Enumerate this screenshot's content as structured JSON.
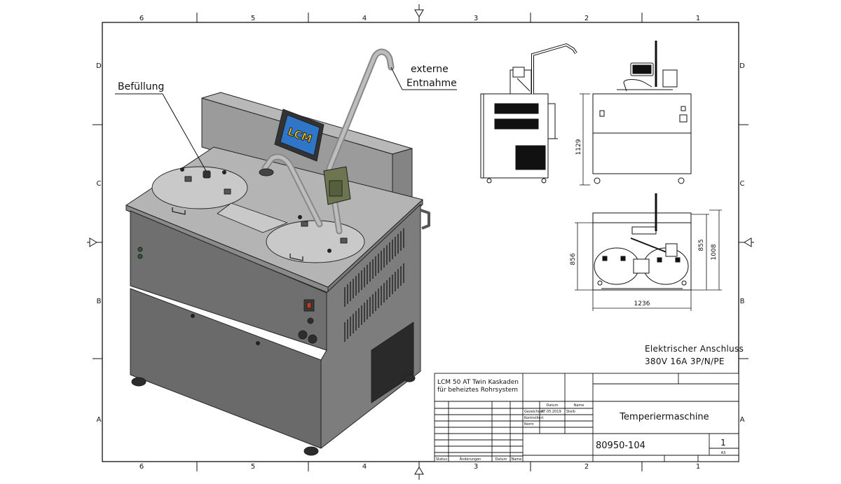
{
  "grid": {
    "columns": [
      "6",
      "5",
      "4",
      "3",
      "2",
      "1"
    ],
    "rows": [
      "D",
      "C",
      "B",
      "A"
    ]
  },
  "callouts": {
    "befuellung": "Befüllung",
    "externe": "externe",
    "entnahme": "Entnahme"
  },
  "panel_logo": "LCM",
  "dimensions": {
    "side_height": "1129",
    "plan_depth": "856",
    "plan_depth_inner": "855",
    "plan_depth_outer": "1008",
    "plan_width": "1236"
  },
  "electrical": {
    "line1": "Elektrischer Anschluss",
    "line2": "380V 16A 3P/N/PE"
  },
  "title_block": {
    "description_line1": "LCM 50 AT Twin Kaskaden",
    "description_line2": "für beheiztes Rohrsystem",
    "col_datum": "Datum",
    "col_name": "Name",
    "row_gezeichnet": "Gezeichnet",
    "row_kontrolliert": "Kontrolliert",
    "row_norm": "Norm",
    "drawn_date": "07.05.2019",
    "drawn_name": "Steib",
    "title": "Temperiermaschine",
    "drawing_number": "80950-104",
    "sheet_number": "1",
    "format": "A3",
    "rev_status": "Status",
    "rev_aenderungen": "Änderungen",
    "rev_datum": "Datum",
    "rev_name": "Name"
  }
}
